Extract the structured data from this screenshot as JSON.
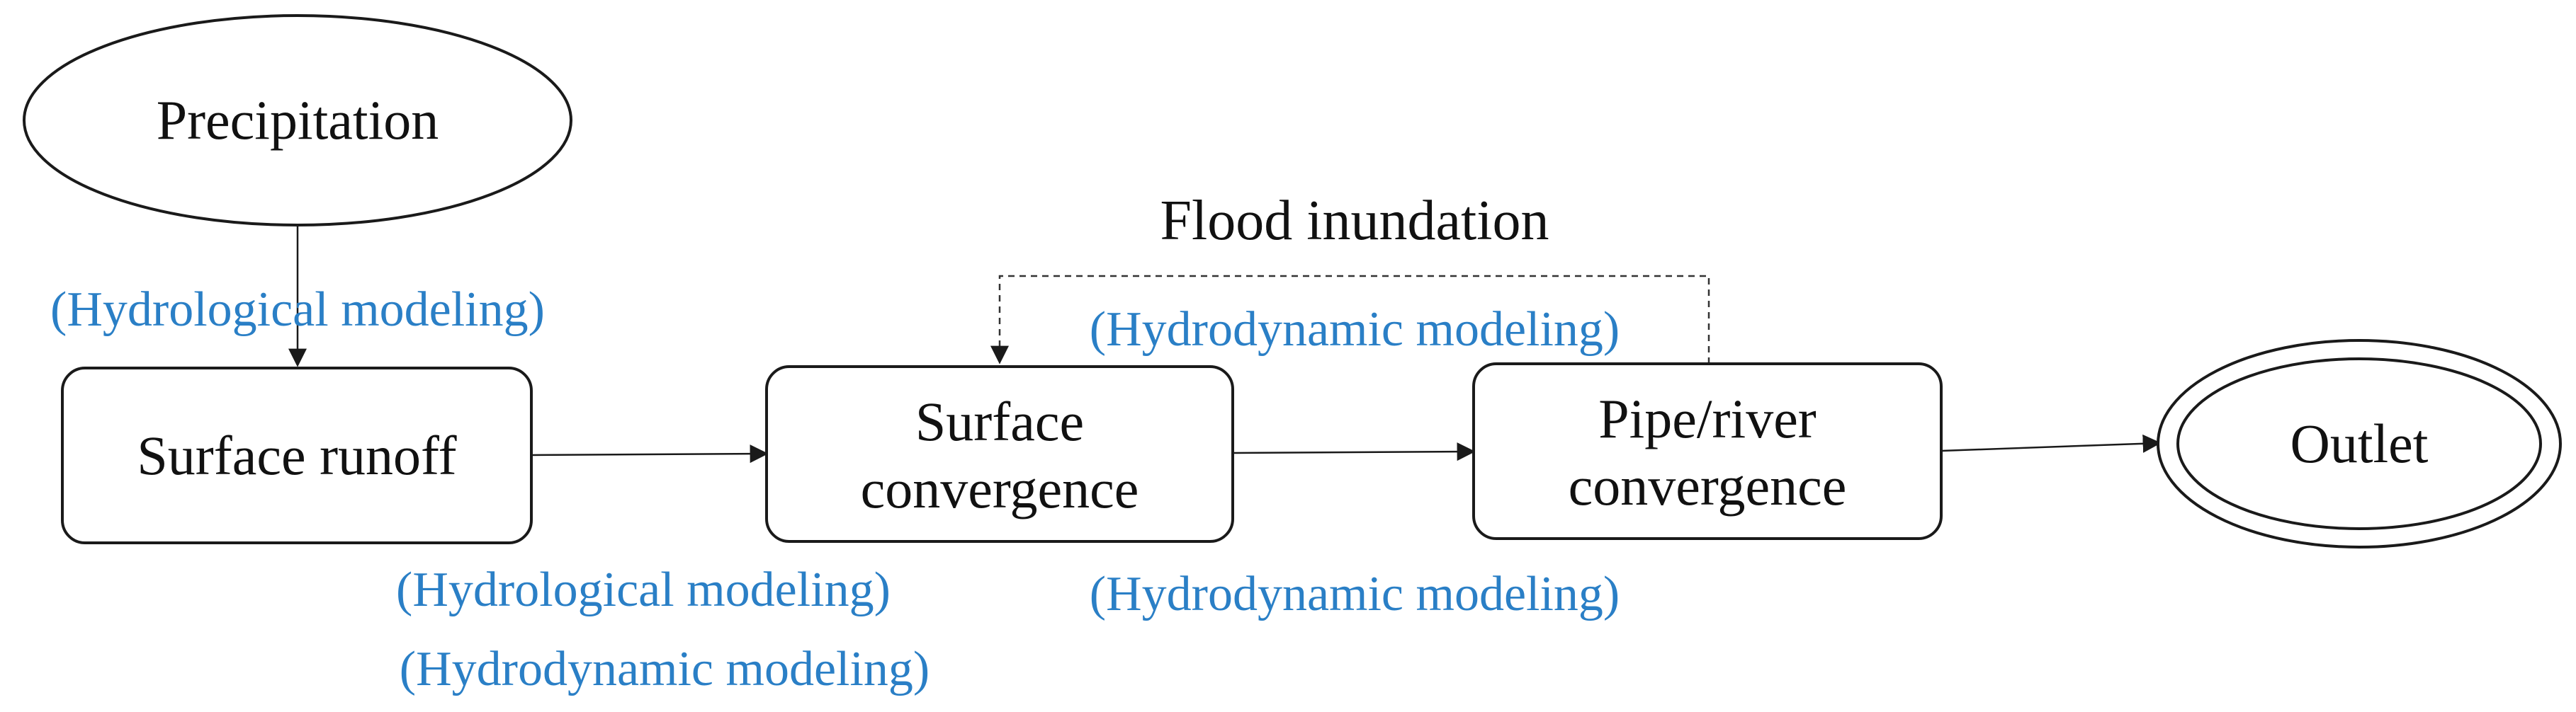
{
  "nodes": {
    "precipitation": "Precipitation",
    "surface_runoff": "Surface runoff",
    "surface_convergence": [
      "Surface",
      "convergence"
    ],
    "pipe_river_convergence": [
      "Pipe/river",
      "convergence"
    ],
    "outlet": "Outlet"
  },
  "labels": {
    "flood_inundation": "Flood inundation",
    "hydrological_modeling_top": "(Hydrological modeling)",
    "hydrodynamic_modeling_top": "(Hydrodynamic modeling)",
    "hydrological_modeling_bottom": "(Hydrological modeling)",
    "hydrodynamic_modeling_bottom_left": "(Hydrodynamic modeling)",
    "hydrodynamic_modeling_bottom_right": "(Hydrodynamic modeling)"
  },
  "colors": {
    "method_text": "#2a7fc6",
    "outline": "#1a1a1a"
  }
}
